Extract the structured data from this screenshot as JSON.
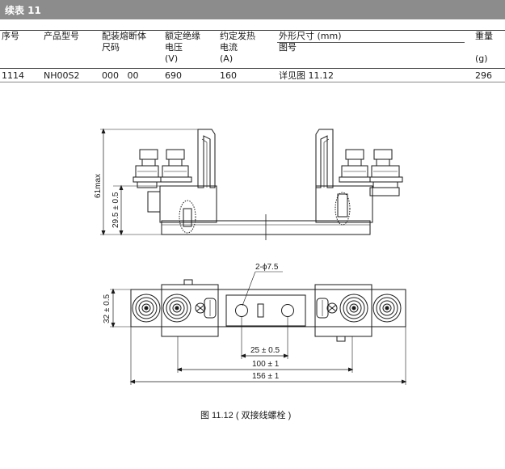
{
  "header": {
    "title": "续表 11"
  },
  "table": {
    "columns": [
      {
        "lines": [
          "序号"
        ]
      },
      {
        "lines": [
          "产品型号"
        ]
      },
      {
        "lines": [
          "配装熔断体",
          "尺码"
        ]
      },
      {
        "lines": [
          "额定绝缘",
          "电压",
          "(V)"
        ]
      },
      {
        "lines": [
          "约定发热",
          "电流",
          "(A)"
        ]
      },
      {
        "lines": [
          "外形尺寸 (mm)",
          "图号"
        ]
      },
      {
        "lines": [
          "重量",
          "",
          "(g)"
        ]
      }
    ],
    "row": [
      "1114",
      "NH00S2",
      "000   00",
      "690",
      "160",
      "详见图 11.12",
      "296"
    ]
  },
  "drawing": {
    "dim_total_height": "61max",
    "dim_base_height": "29.5 ± 0.5",
    "dim_width": "32 ± 0.5",
    "hole_label": "2-ϕ7.5",
    "dim_hole_spacing": "25 ± 0.5",
    "dim_mount": "100 ± 1",
    "dim_overall": "156 ± 1",
    "caption": "图 11.12 ( 双接线螺栓 )"
  },
  "colors": {
    "header_bg": "#8c8c8c",
    "line": "#1a1a1a"
  }
}
